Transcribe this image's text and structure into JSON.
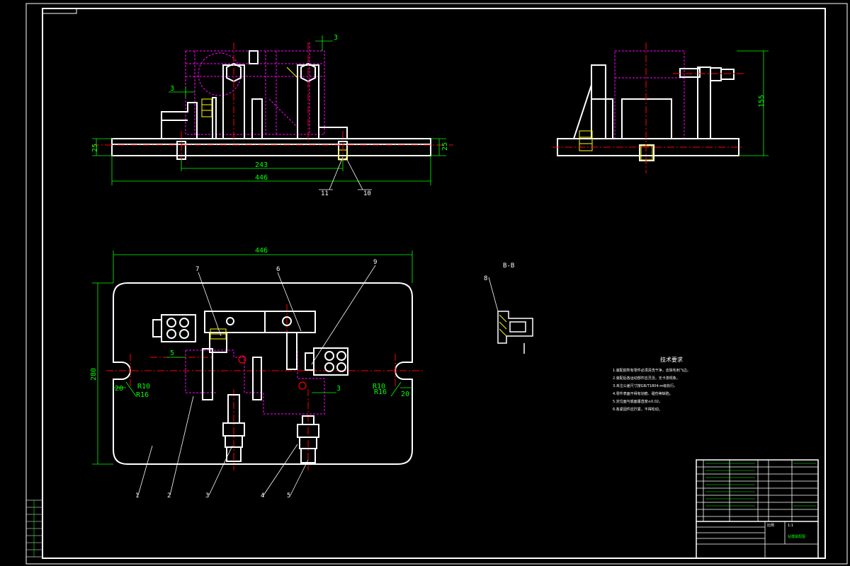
{
  "views": {
    "front": {
      "dims": {
        "top_offset": "3",
        "side_offset": "3",
        "height_left": "25",
        "height_right": "25",
        "inner_span": "243",
        "overall_width": "446"
      },
      "balloons": [
        "11",
        "10"
      ]
    },
    "side": {
      "dims": {
        "height": "155"
      }
    },
    "plan": {
      "dims": {
        "overall_width": "446",
        "overall_height": "280",
        "left_r_small": "R10",
        "left_r_large": "R16",
        "left_offset": "20",
        "right_r_small": "R10",
        "right_r_large": "R16",
        "right_offset": "20",
        "clamp_offset_left": "5",
        "clamp_offset_right": "3"
      },
      "balloons": [
        "7",
        "6",
        "9",
        "1",
        "2",
        "3",
        "4",
        "5"
      ]
    },
    "section": {
      "title": "B-B",
      "balloon": "8"
    }
  },
  "tech_requirements": {
    "title": "技术要求",
    "lines": [
      "1.装配前所有零件必须清洗干净，去除毛刺飞边。",
      "2.装配后各运动部件应灵活，无卡滞现象。",
      "3.未注公差尺寸按GB/T1804-m级执行。",
      "4.零件表面不得有划痕、碰伤等缺陷。",
      "5.定位面与底面垂直度≤0.02。",
      "6.各紧固件应拧紧，不得松动。"
    ]
  },
  "title_block": {
    "drawing_title": "钻模装配图",
    "scale_label": "比例",
    "scale_value": "1:1"
  },
  "colors": {
    "outline": "#ffffff",
    "dimension": "#00ff00",
    "hidden": "#ff00ff",
    "center": "#ff0000",
    "hatch": "#ffff00"
  }
}
